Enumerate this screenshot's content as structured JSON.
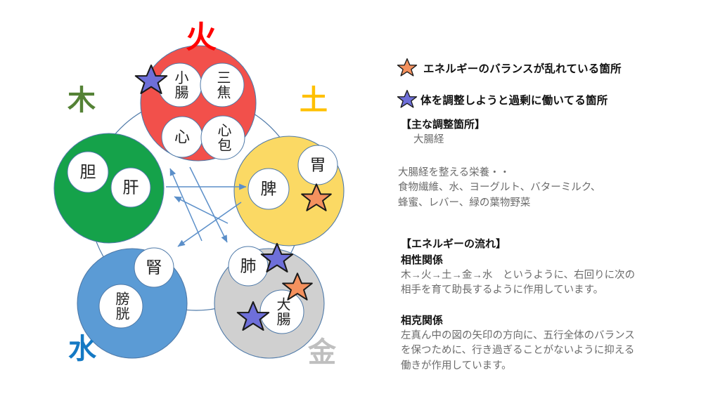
{
  "diagram": {
    "title_labels": [
      {
        "name": "fire",
        "text": "火",
        "color": "#FF0000"
      },
      {
        "name": "wood",
        "text": "木",
        "color": "#548235"
      },
      {
        "name": "earth",
        "text": "土",
        "color": "#FFC000"
      },
      {
        "name": "water",
        "text": "水",
        "color": "#1479C4"
      },
      {
        "name": "metal",
        "text": "金",
        "color": "#BFBFBF"
      }
    ],
    "elements": [
      {
        "key": "fire",
        "label": "火",
        "fill": "#F2504B",
        "stroke": "#4E79A8",
        "organs": [
          "小腸",
          "三焦",
          "心",
          "心包"
        ]
      },
      {
        "key": "wood",
        "label": "木",
        "fill": "#15A24A",
        "stroke": "#4E79A8",
        "organs": [
          "胆",
          "肝"
        ]
      },
      {
        "key": "earth",
        "label": "土",
        "fill": "#FBD964",
        "stroke": "#4E79A8",
        "organs": [
          "脾",
          "胃"
        ]
      },
      {
        "key": "metal",
        "label": "金",
        "fill": "#D0D0D0",
        "stroke": "#4E79A8",
        "organs": [
          "肺",
          "大腸"
        ]
      },
      {
        "key": "water",
        "label": "水",
        "fill": "#5B9BD5",
        "stroke": "#4E79A8",
        "organs": [
          "腎",
          "膀胱"
        ]
      }
    ],
    "stars": [
      {
        "name": "star-fire-blue",
        "color": "blue",
        "element": "fire",
        "near": "小腸"
      },
      {
        "name": "star-earth-orange",
        "color": "orange",
        "element": "earth",
        "near": "胃"
      },
      {
        "name": "star-metal-blue-1",
        "color": "blue",
        "element": "metal",
        "near": "肺"
      },
      {
        "name": "star-metal-orange",
        "color": "orange",
        "element": "metal",
        "near": "大腸"
      },
      {
        "name": "star-metal-blue-2",
        "color": "blue",
        "element": "metal",
        "near": "大腸"
      }
    ],
    "arrow_color": "#5B8FC9",
    "outer_ring_color": "#4E79A8"
  },
  "colors": {
    "star_orange_fill": "#F4915E",
    "star_blue_fill": "#6E6FD9",
    "star_outline": "#1A1A1A",
    "heading": "#141414",
    "body": "#6b6b6b"
  },
  "panel": {
    "legend": [
      {
        "star": "orange",
        "text": "エネルギーのバランスが乱れている箇所"
      },
      {
        "star": "blue",
        "text": "体を調整しようと過剰に働いてる箇所"
      }
    ],
    "adjust": {
      "heading": "【主な調整箇所】",
      "item": "大腸経"
    },
    "nutrition": {
      "line1": "大腸経を整える栄養・・",
      "line2": "食物繊維、水、ヨーグルト、バターミルク、",
      "line3": "蜂蜜、レバー、緑の葉物野菜"
    },
    "flow": {
      "heading": "【エネルギーの流れ】",
      "sub1": "相性関係",
      "sub1_line1": "木→火→土→金→水　というように、右回りに次の",
      "sub1_line2": "相手を育て助長するように作用しています。",
      "sub2": "相克関係",
      "sub2_line1": "左真ん中の図の矢印の方向に、五行全体のバランス",
      "sub2_line2": "を保つために、行き過ぎることがないように抑える",
      "sub2_line3": "働きが作用しています。"
    }
  }
}
